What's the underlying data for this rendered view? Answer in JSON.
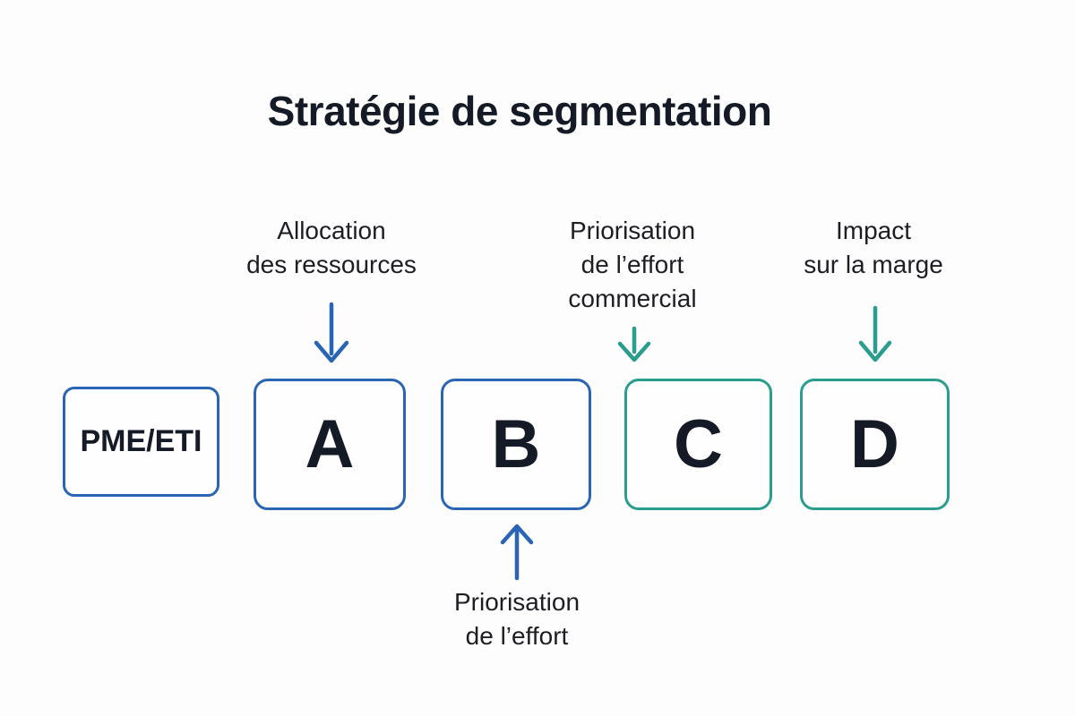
{
  "title": "Stratégie de segmentation",
  "colors": {
    "blue": "#2a64b4",
    "teal": "#2a9d8f",
    "heading_text": "#141b26",
    "body_text": "#1c1e24",
    "background": "#fdfdfd"
  },
  "top_annotations": [
    {
      "line1": "Allocation",
      "line2": "des ressources"
    },
    {
      "line1": "Priorisation",
      "line2": "de l’effort",
      "line3": "commercial"
    },
    {
      "line1": "Impact",
      "line2": "sur la marge"
    }
  ],
  "boxes": [
    {
      "label": "PME/ETI"
    },
    {
      "label": "A"
    },
    {
      "label": "B"
    },
    {
      "label": "C"
    },
    {
      "label": "D"
    }
  ],
  "bottom_annotation": {
    "line1": "Priorisation",
    "line2": "de l’effort"
  }
}
